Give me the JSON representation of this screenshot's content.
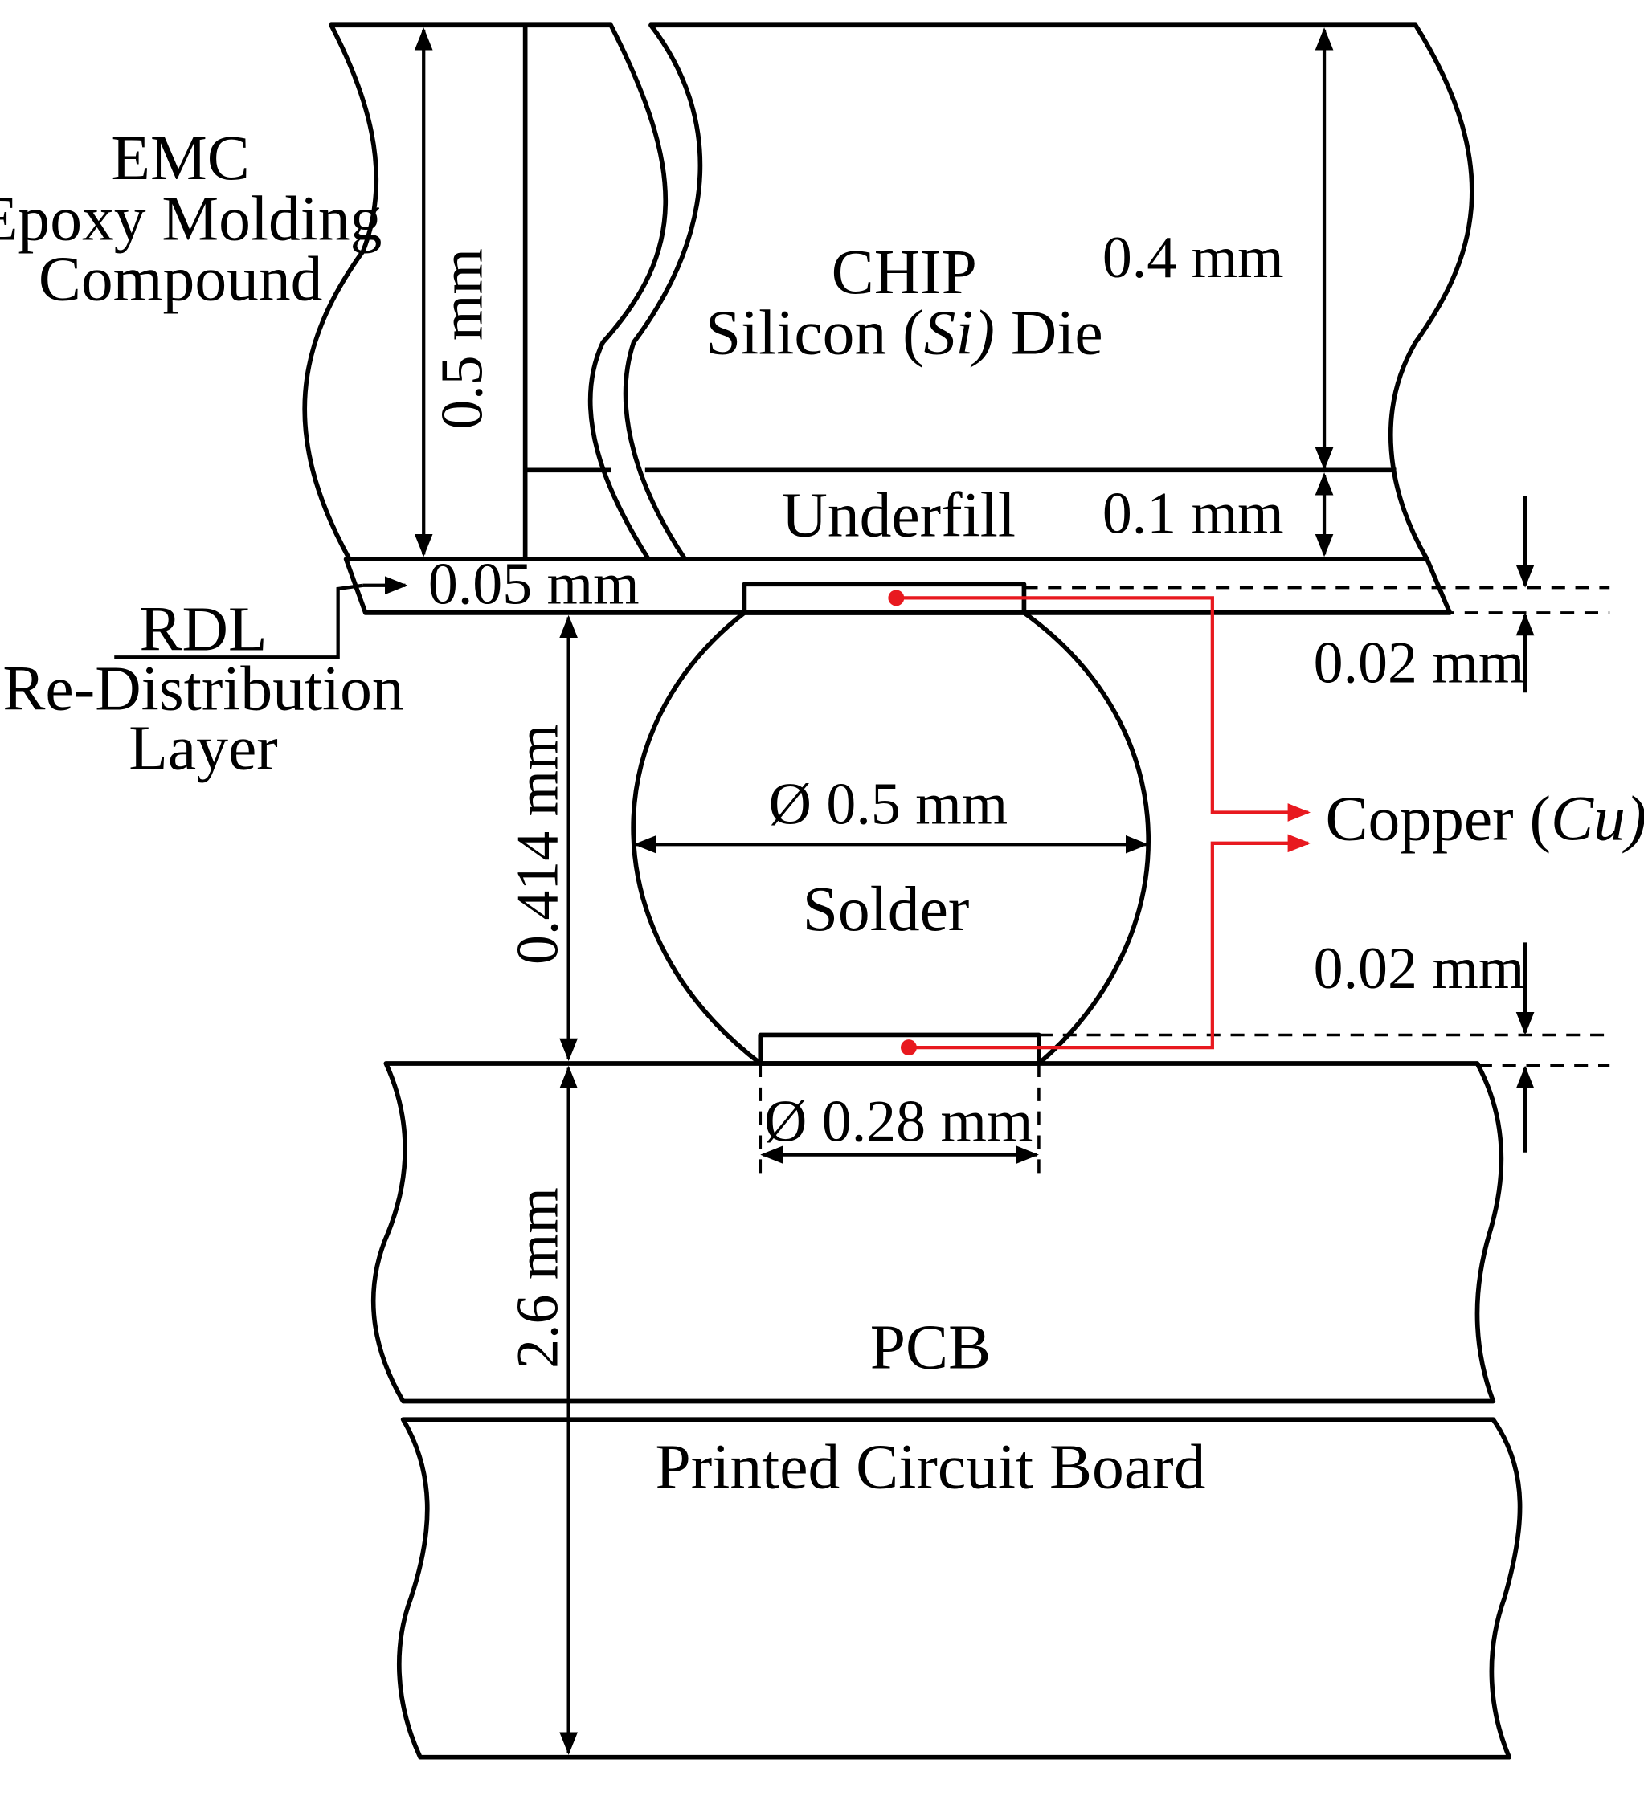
{
  "labels": {
    "emc_line1": "EMC",
    "emc_line2": "Epoxy Molding",
    "emc_line3": "Compound",
    "chip_line1": "CHIP",
    "chip_line2_pre": "Silicon (",
    "chip_line2_em": "Si)",
    "chip_line2_post": " Die",
    "underfill": "Underfill",
    "rdl_line1": "RDL",
    "rdl_line2": "Re-Distribution",
    "rdl_line3": "Layer",
    "solder": "Solder",
    "copper_pre": "Copper (",
    "copper_em": "Cu)",
    "pcb": "PCB",
    "pcb_full": "Printed Circuit Board"
  },
  "dimensions": {
    "emc_height": "0.5 mm",
    "chip_height": "0.4 mm",
    "underfill_height": "0.1 mm",
    "rdl_height": "0.05 mm",
    "top_pad_height": "0.02 mm",
    "bottom_pad_height": "0.02 mm",
    "solder_height": "0.414 mm",
    "ball_diameter": "Ø 0.5 mm",
    "pad_diameter": "Ø 0.28 mm",
    "pcb_height": "2.6 mm"
  },
  "colors": {
    "outline": "#000000",
    "copper_indicator": "#e8191f"
  }
}
